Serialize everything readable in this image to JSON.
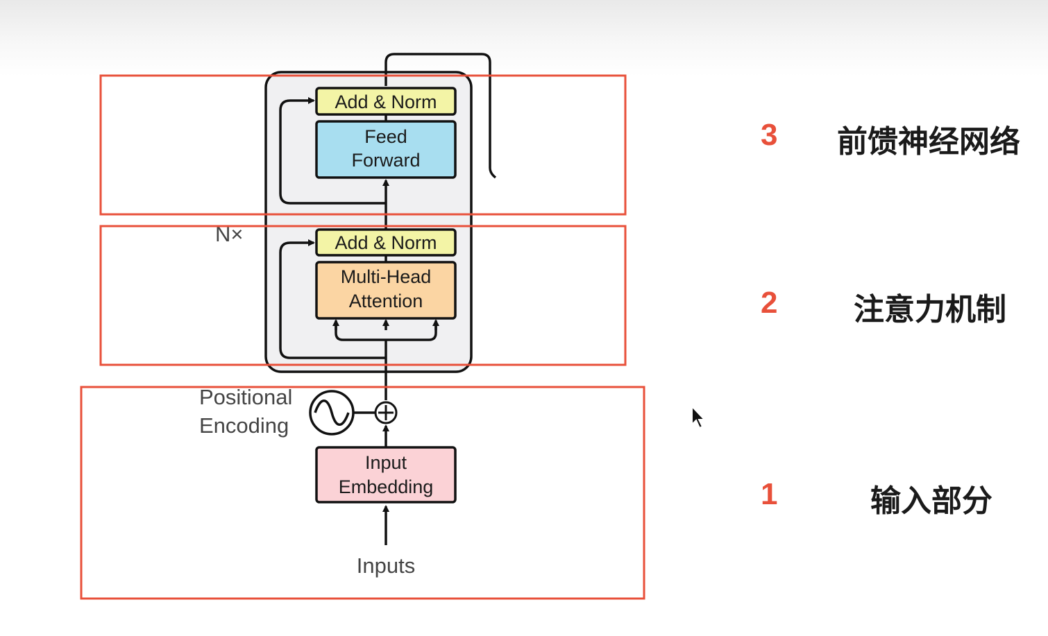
{
  "diagram": {
    "blocks": {
      "add_norm_top": "Add & Norm",
      "feed_forward_line1": "Feed",
      "feed_forward_line2": "Forward",
      "add_norm_mid": "Add & Norm",
      "attention_line1": "Multi-Head",
      "attention_line2": "Attention",
      "embedding_line1": "Input",
      "embedding_line2": "Embedding"
    },
    "labels": {
      "repeat": "N×",
      "positional_line1": "Positional",
      "positional_line2": "Encoding",
      "inputs": "Inputs"
    }
  },
  "sections": [
    {
      "number": "3",
      "label": "前馈神经网络"
    },
    {
      "number": "2",
      "label": "注意力机制"
    },
    {
      "number": "1",
      "label": "输入部分"
    }
  ],
  "colors": {
    "highlight_box": "#e8503a",
    "add_norm": "#f3f4a6",
    "feed_forward": "#a8def0",
    "attention": "#fbd5a3",
    "embedding": "#fbd2d6",
    "encoder_stack": "#f0f0f2"
  },
  "icons": [
    "sine-wave-icon",
    "plus-circle-icon",
    "mouse-cursor-icon"
  ]
}
